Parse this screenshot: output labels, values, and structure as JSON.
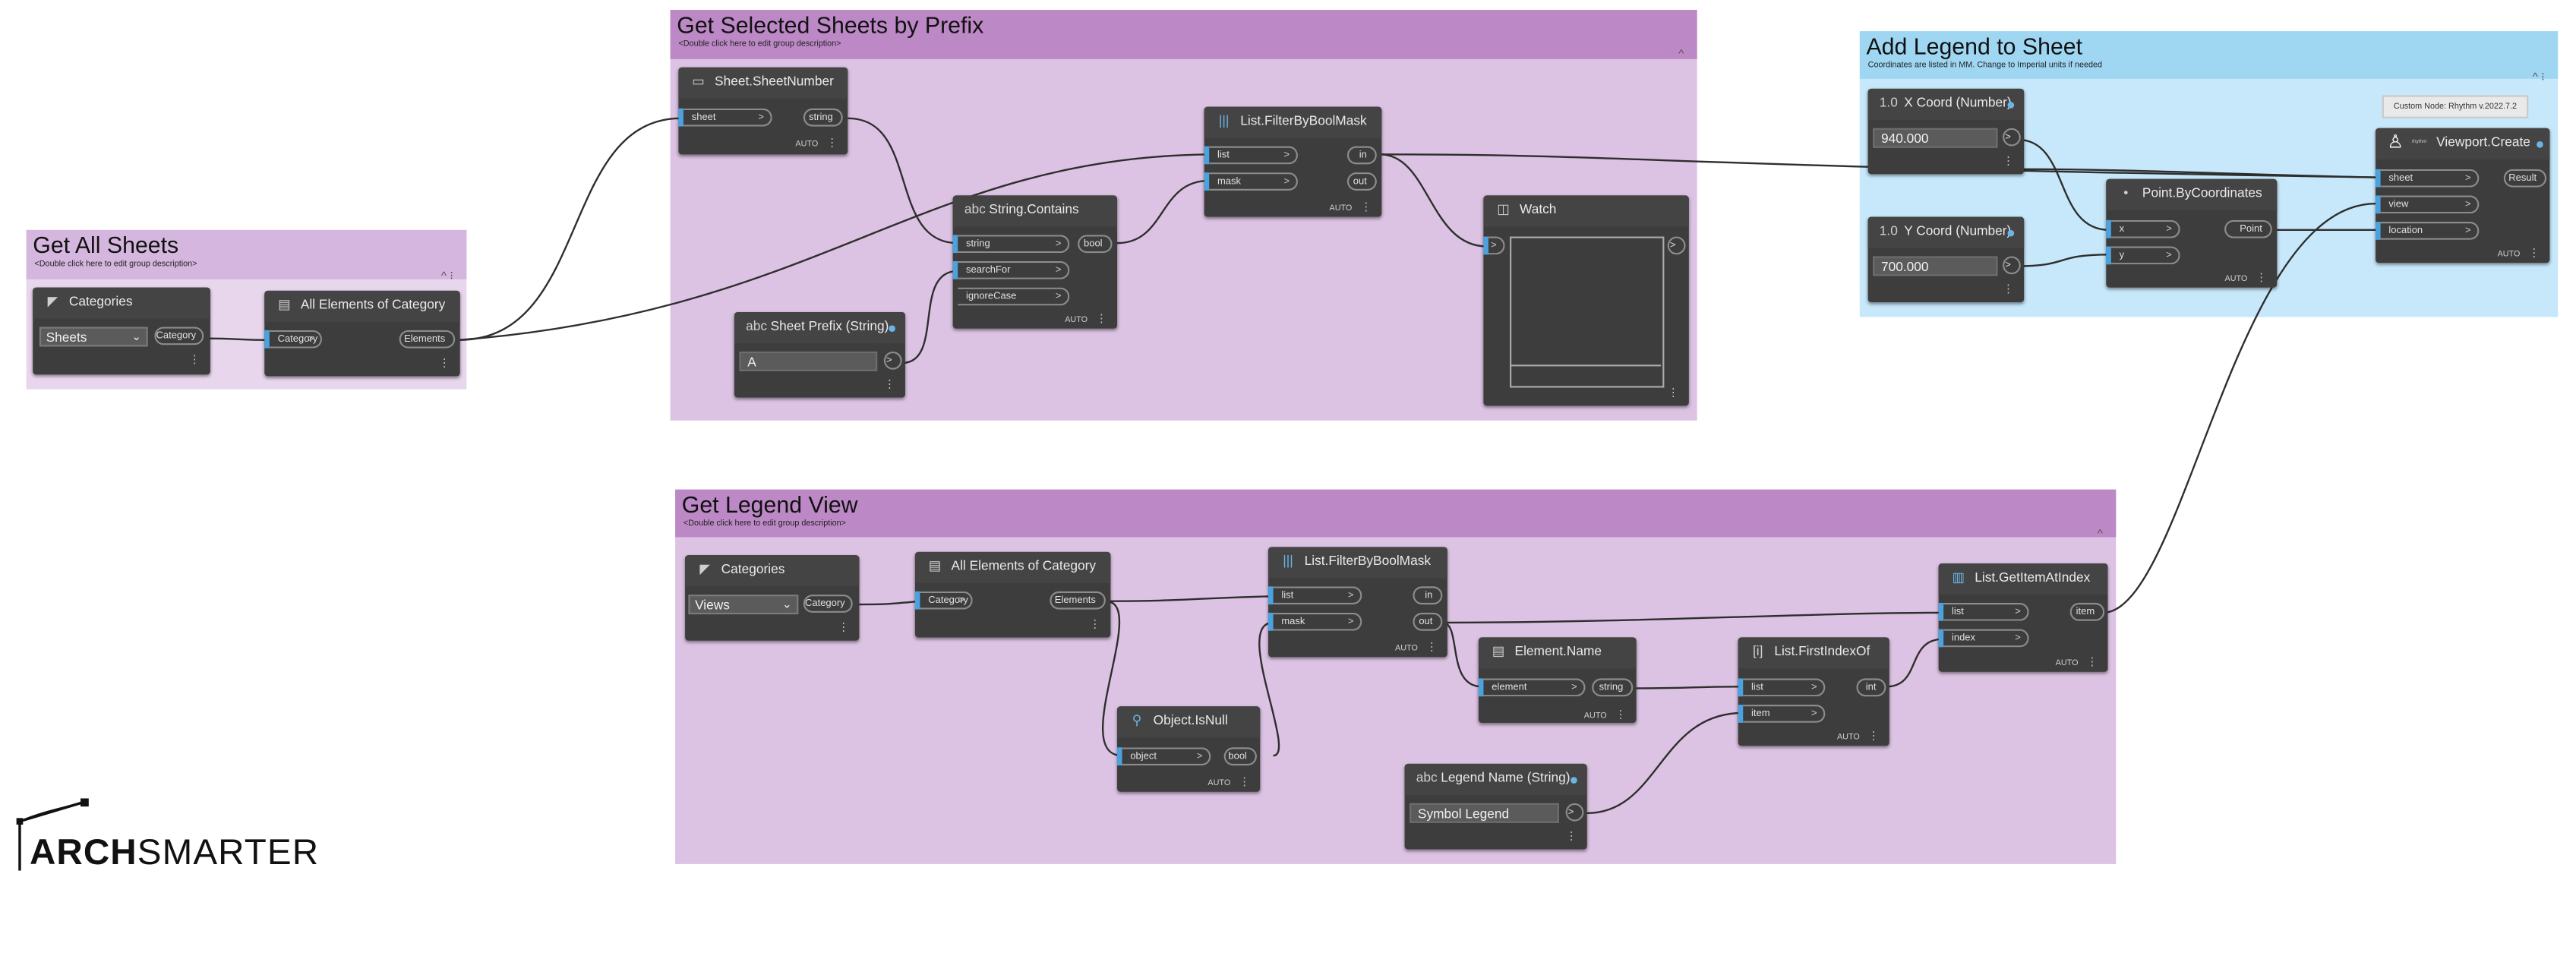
{
  "colors": {
    "group_purple": "#dcc3e3",
    "group_purple_header": "#bd88c6",
    "group_blue": "#c7e8fa",
    "group_blue_header": "#9fd7f3",
    "node_body": "#3d3d3d",
    "port_marker": "#4aa3df",
    "wire": "#2e2e2e"
  },
  "groups": {
    "get_all_sheets": {
      "title": "Get All Sheets",
      "desc": "<Double click here to edit group description>"
    },
    "selected_sheets": {
      "title": "Get Selected Sheets by Prefix",
      "desc": "<Double click here to edit group description>"
    },
    "add_legend": {
      "title": "Add Legend to Sheet",
      "desc": "Coordinates are listed in MM. Change to Imperial units if needed"
    },
    "legend_view": {
      "title": "Get Legend View",
      "desc": "<Double click here to edit group description>"
    }
  },
  "nodes": {
    "categories1": {
      "title": "Categories",
      "value": "Sheets",
      "out": "Category",
      "icon": "categories-icon"
    },
    "all_elements1": {
      "title": "All Elements of Category",
      "in": "Category",
      "out": "Elements"
    },
    "sheet_number": {
      "title": "Sheet.SheetNumber",
      "in": "sheet",
      "out": "string",
      "auto": "AUTO"
    },
    "string_contains": {
      "title": "String.Contains",
      "in1": "string",
      "in2": "searchFor",
      "in3": "ignoreCase",
      "out": "bool",
      "auto": "AUTO"
    },
    "sheet_prefix": {
      "title": "Sheet Prefix (String)",
      "value": "A",
      "out": ">"
    },
    "filter1": {
      "title": "List.FilterByBoolMask",
      "in1": "list",
      "in2": "mask",
      "out1": "in",
      "out2": "out",
      "auto": "AUTO"
    },
    "watch": {
      "title": "Watch",
      "in": ">",
      "out": ">"
    },
    "x_coord": {
      "title": "X Coord (Number)",
      "value": "940.000",
      "out": ">"
    },
    "y_coord": {
      "title": "Y Coord (Number)",
      "value": "700.000",
      "out": ">"
    },
    "point": {
      "title": "Point.ByCoordinates",
      "in1": "x",
      "in2": "y",
      "out": "Point",
      "auto": "AUTO"
    },
    "viewport": {
      "title": "Viewport.Create",
      "brand": "rhythm",
      "in1": "sheet",
      "in2": "view",
      "in3": "location",
      "out": "Result",
      "auto": "AUTO",
      "tooltip": "Custom Node: Rhythm v.2022.7.2"
    },
    "categories2": {
      "title": "Categories",
      "value": "Views",
      "out": "Category"
    },
    "all_elements2": {
      "title": "All Elements of Category",
      "in": "Category",
      "out": "Elements"
    },
    "is_null": {
      "title": "Object.IsNull",
      "in": "object",
      "out": "bool",
      "auto": "AUTO"
    },
    "filter2": {
      "title": "List.FilterByBoolMask",
      "in1": "list",
      "in2": "mask",
      "out1": "in",
      "out2": "out",
      "auto": "AUTO"
    },
    "element_name": {
      "title": "Element.Name",
      "in": "element",
      "out": "string",
      "auto": "AUTO"
    },
    "legend_name": {
      "title": "Legend Name (String)",
      "value": "Symbol Legend",
      "out": ">"
    },
    "first_index": {
      "title": "List.FirstIndexOf",
      "in1": "list",
      "in2": "item",
      "out": "int",
      "auto": "AUTO"
    },
    "get_item": {
      "title": "List.GetItemAtIndex",
      "in1": "list",
      "in2": "index",
      "out": "item",
      "auto": "AUTO"
    }
  },
  "logo": {
    "text_bold": "ARCH",
    "text_light": "SMARTER"
  }
}
